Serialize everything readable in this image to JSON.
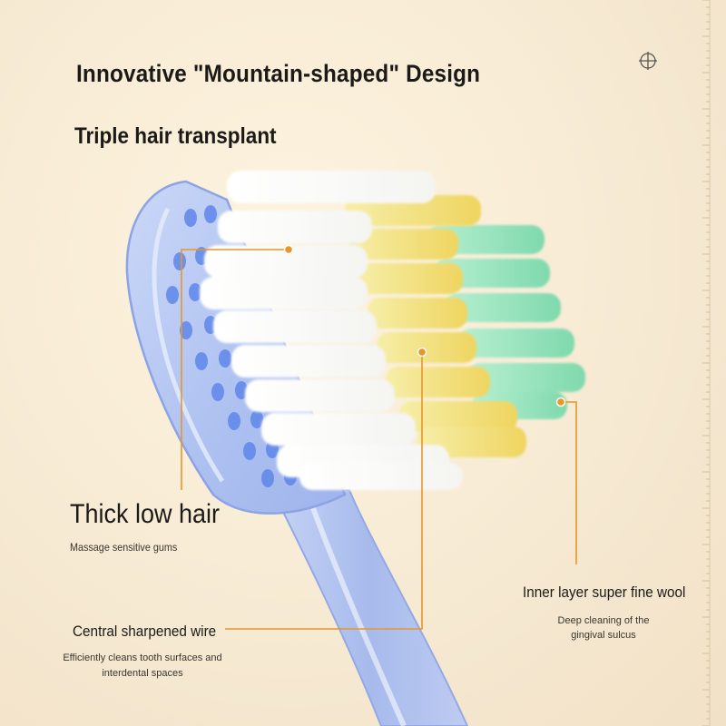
{
  "headline": "Innovative \"Mountain-shaped\" Design",
  "subheadline": "Triple hair transplant",
  "features": {
    "thick_low_hair": {
      "title": "Thick low hair",
      "desc": "Massage sensitive gums"
    },
    "central_sharpened_wire": {
      "title": "Central sharpened wire",
      "desc": "Efficiently cleans tooth surfaces and interdental spaces"
    },
    "inner_layer": {
      "title": "Inner layer super fine wool",
      "desc": "Deep cleaning of the gingival sulcus"
    }
  },
  "icons": {
    "corner": "crosshair-target-icon",
    "edge": "ruler-scale"
  },
  "colors": {
    "background": "#f8ecd6",
    "callout_line": "#e8952a",
    "bristle_white": "#ffffff",
    "bristle_yellow": "#f3e07a",
    "bristle_green": "#8fe0b8",
    "handle_blue": "#aabdf0",
    "hole_blue": "#5f87ea"
  }
}
